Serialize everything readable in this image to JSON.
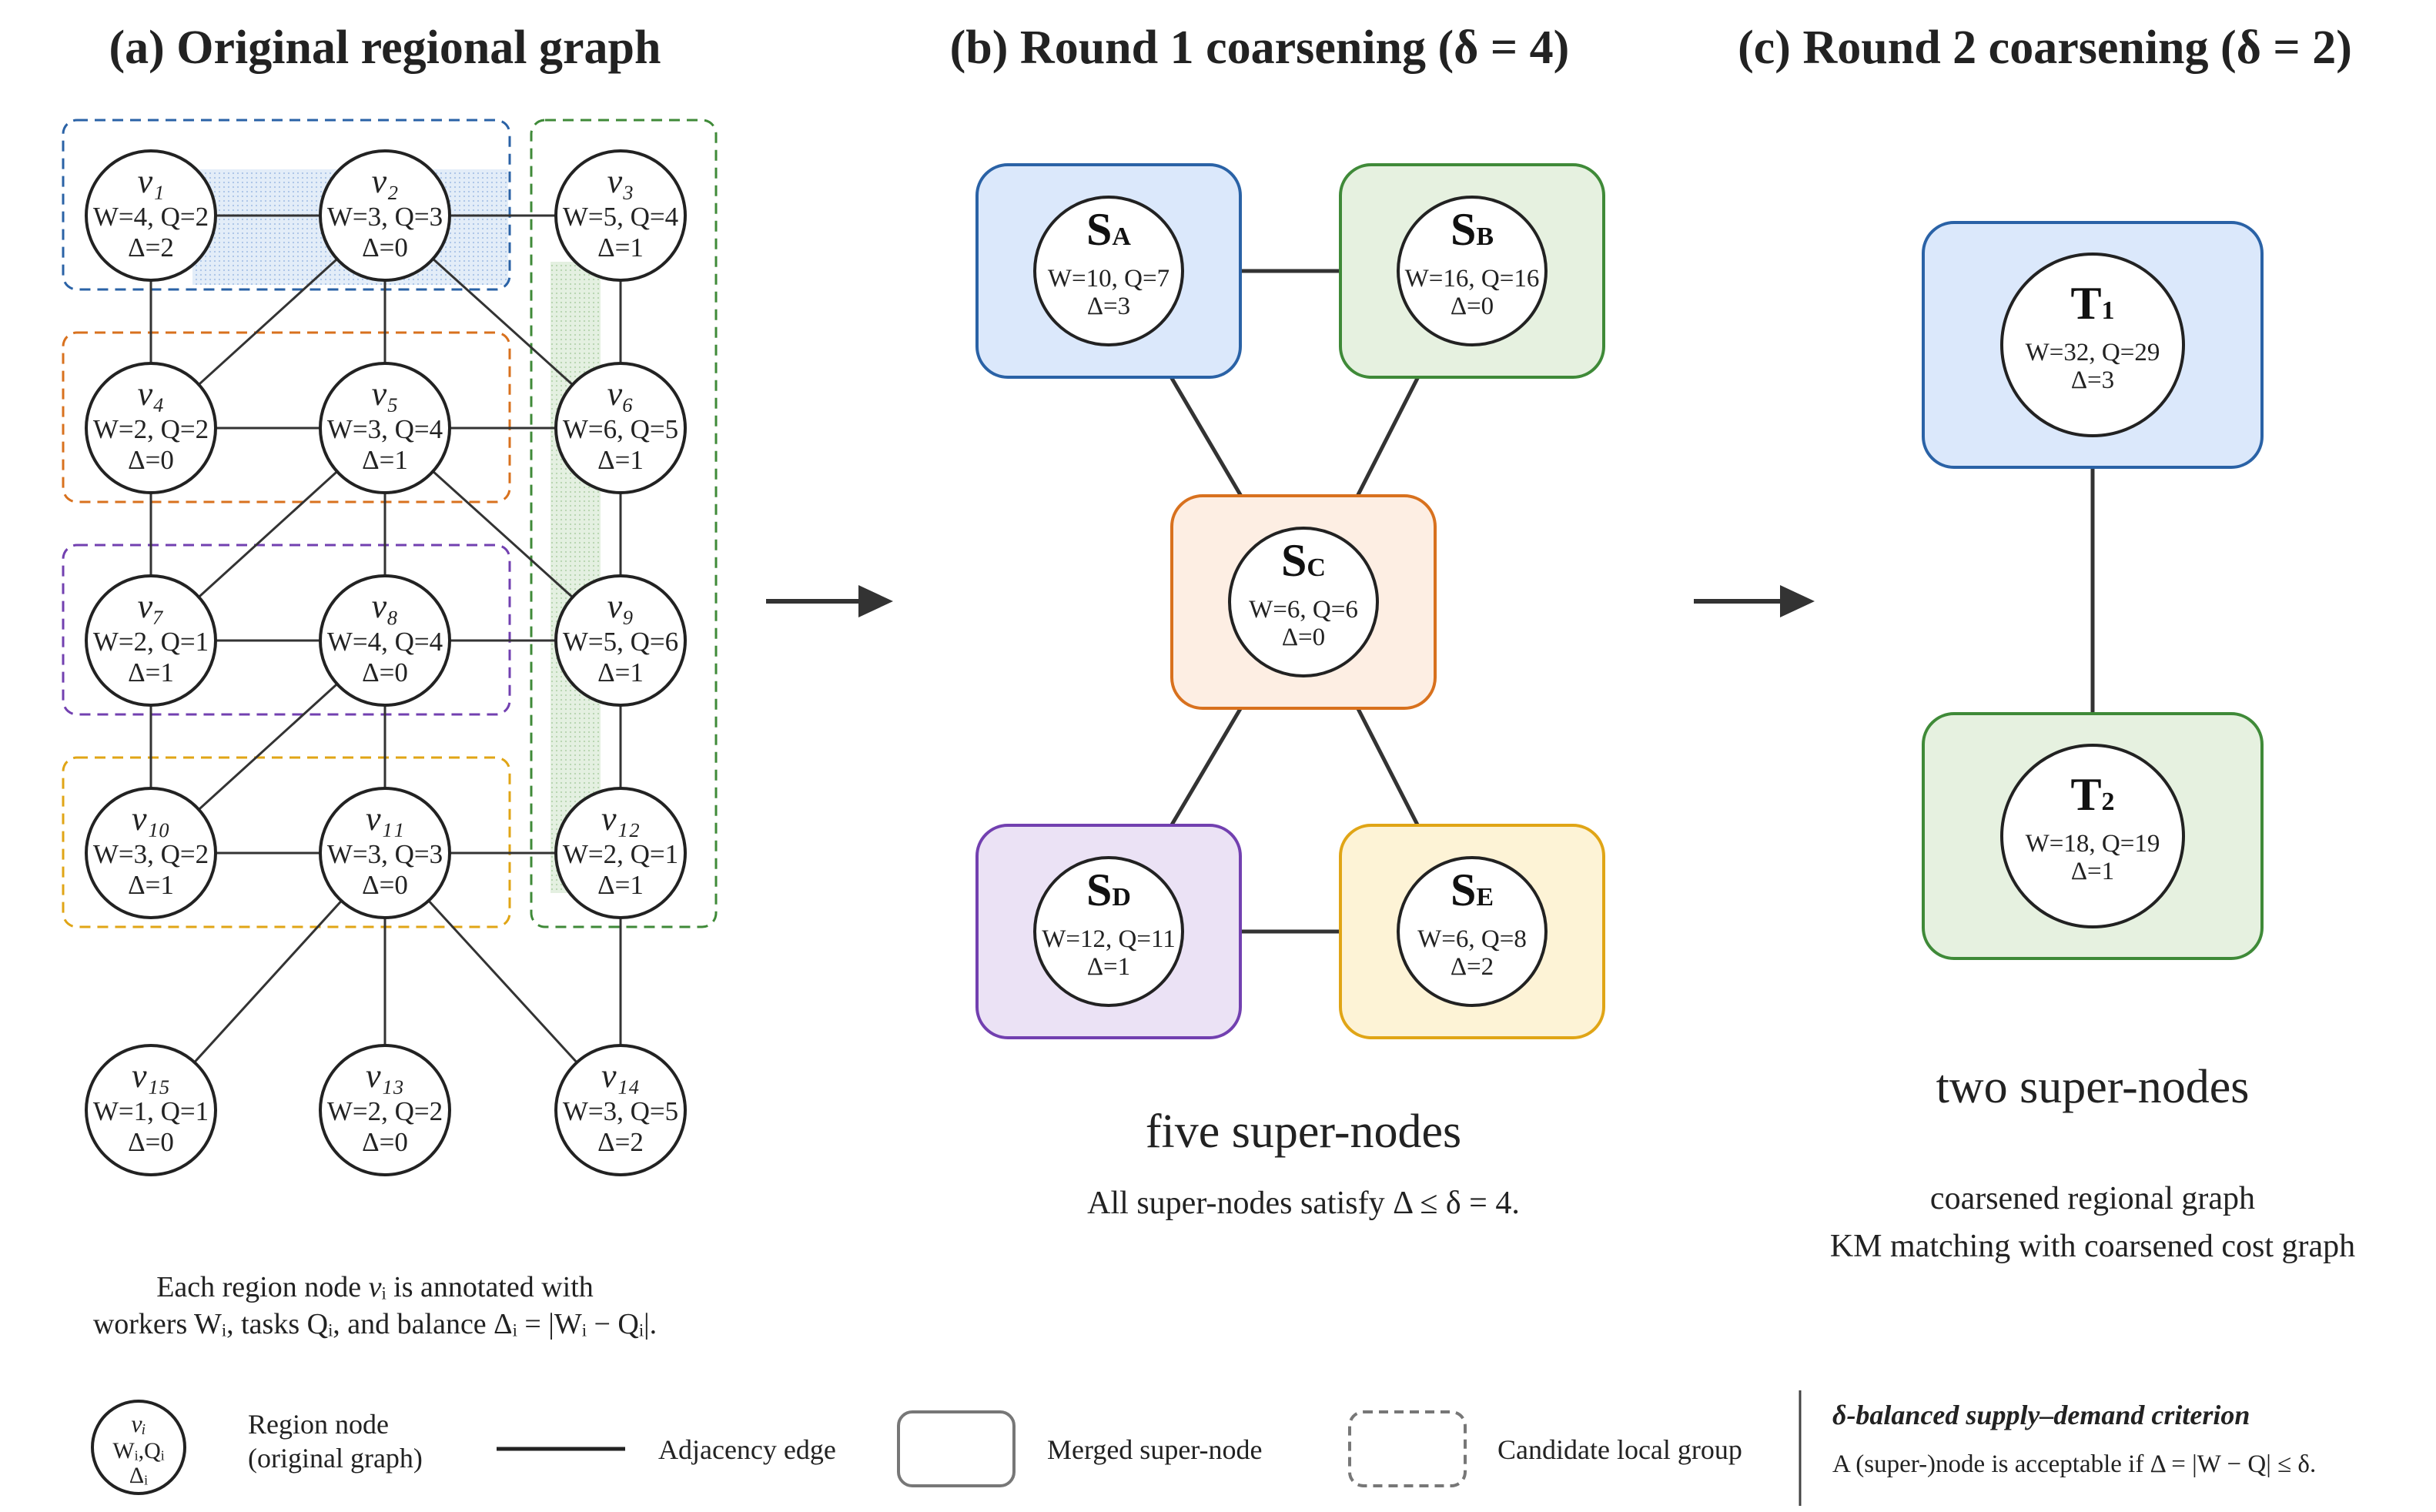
{
  "panels": {
    "a": {
      "title": "(a) Original regional graph"
    },
    "b": {
      "title": "(b) Round 1 coarsening (δ = 4)",
      "caption": "five super-nodes",
      "subcaption": "All super-nodes satisfy Δ ≤ δ = 4."
    },
    "c": {
      "title": "(c) Round 2 coarsening (δ = 2)",
      "caption": "two super-nodes",
      "line1": "coarsened regional graph",
      "line2": "KM matching with coarsened cost graph"
    }
  },
  "nodes": [
    {
      "id": "v1",
      "label": "v₁",
      "wq": "W=4, Q=2",
      "d": "Δ=2"
    },
    {
      "id": "v2",
      "label": "v₂",
      "wq": "W=3, Q=3",
      "d": "Δ=0"
    },
    {
      "id": "v3",
      "label": "v₃",
      "wq": "W=5, Q=4",
      "d": "Δ=1"
    },
    {
      "id": "v4",
      "label": "v₄",
      "wq": "W=2, Q=2",
      "d": "Δ=0"
    },
    {
      "id": "v5",
      "label": "v₅",
      "wq": "W=3, Q=4",
      "d": "Δ=1"
    },
    {
      "id": "v6",
      "label": "v₆",
      "wq": "W=6, Q=5",
      "d": "Δ=1"
    },
    {
      "id": "v7",
      "label": "v₇",
      "wq": "W=2, Q=1",
      "d": "Δ=1"
    },
    {
      "id": "v8",
      "label": "v₈",
      "wq": "W=4, Q=4",
      "d": "Δ=0"
    },
    {
      "id": "v9",
      "label": "v₉",
      "wq": "W=5, Q=6",
      "d": "Δ=1"
    },
    {
      "id": "v10",
      "label": "v₁₀",
      "wq": "W=3, Q=2",
      "d": "Δ=1"
    },
    {
      "id": "v11",
      "label": "v₁₁",
      "wq": "W=3, Q=3",
      "d": "Δ=0"
    },
    {
      "id": "v12",
      "label": "v₁₂",
      "wq": "W=2, Q=1",
      "d": "Δ=1"
    },
    {
      "id": "v15",
      "label": "v₁₅",
      "wq": "W=1, Q=1",
      "d": "Δ=0"
    },
    {
      "id": "v13",
      "label": "v₁₃",
      "wq": "W=2, Q=2",
      "d": "Δ=0"
    },
    {
      "id": "v14",
      "label": "v₁₄",
      "wq": "W=3, Q=5",
      "d": "Δ=2"
    }
  ],
  "edges": [
    [
      "v1",
      "v2"
    ],
    [
      "v2",
      "v3"
    ],
    [
      "v4",
      "v5"
    ],
    [
      "v5",
      "v6"
    ],
    [
      "v7",
      "v8"
    ],
    [
      "v8",
      "v9"
    ],
    [
      "v10",
      "v11"
    ],
    [
      "v11",
      "v12"
    ],
    [
      "v1",
      "v4"
    ],
    [
      "v2",
      "v5"
    ],
    [
      "v3",
      "v6"
    ],
    [
      "v4",
      "v7"
    ],
    [
      "v5",
      "v8"
    ],
    [
      "v6",
      "v9"
    ],
    [
      "v7",
      "v10"
    ],
    [
      "v8",
      "v11"
    ],
    [
      "v9",
      "v12"
    ],
    [
      "v2",
      "v4"
    ],
    [
      "v2",
      "v6"
    ],
    [
      "v5",
      "v7"
    ],
    [
      "v5",
      "v9"
    ],
    [
      "v8",
      "v10"
    ],
    [
      "v11",
      "v15"
    ],
    [
      "v11",
      "v13"
    ],
    [
      "v11",
      "v14"
    ],
    [
      "v12",
      "v14"
    ]
  ],
  "round1": [
    {
      "id": "SA",
      "name": "S",
      "sub": "A",
      "wq": "W=10, Q=7",
      "d": "Δ=3",
      "fill": "#dbe8fb",
      "stroke": "#2a62a6"
    },
    {
      "id": "SB",
      "name": "S",
      "sub": "B",
      "wq": "W=16, Q=16",
      "d": "Δ=0",
      "fill": "#e6f1e0",
      "stroke": "#3f8a38"
    },
    {
      "id": "SC",
      "name": "S",
      "sub": "C",
      "wq": "W=6, Q=6",
      "d": "Δ=0",
      "fill": "#fdeee3",
      "stroke": "#d8711e"
    },
    {
      "id": "SD",
      "name": "S",
      "sub": "D",
      "wq": "W=12, Q=11",
      "d": "Δ=1",
      "fill": "#ebe2f5",
      "stroke": "#7240b0"
    },
    {
      "id": "SE",
      "name": "S",
      "sub": "E",
      "wq": "W=6, Q=8",
      "d": "Δ=2",
      "fill": "#fdf3d6",
      "stroke": "#e0a516"
    }
  ],
  "round2": [
    {
      "id": "T1",
      "name": "T",
      "sub": "1",
      "wq": "W=32, Q=29",
      "d": "Δ=3",
      "fill": "#dbe8fb",
      "stroke": "#2a62a6"
    },
    {
      "id": "T2",
      "name": "T",
      "sub": "2",
      "wq": "W=18, Q=19",
      "d": "Δ=1",
      "fill": "#e6f1e0",
      "stroke": "#3f8a38"
    }
  ],
  "groups": [
    {
      "color": "#2a62a6"
    },
    {
      "color": "#d8711e"
    },
    {
      "color": "#7240b0"
    },
    {
      "color": "#e0a516"
    },
    {
      "color": "#3f8a38"
    }
  ],
  "note": {
    "line1a": "Each region node ",
    "line1b": "v",
    "line1c": "ᵢ",
    "line1d": " is annotated with",
    "line2": "workers Wᵢ, tasks Qᵢ, and balance Δᵢ = |Wᵢ − Qᵢ|."
  },
  "legend": {
    "icon_v": "vᵢ",
    "icon_wq": "Wᵢ,Qᵢ",
    "icon_d": "Δᵢ",
    "region_node_1": "Region node",
    "region_node_2": "(original graph)",
    "edge": "Adjacency edge",
    "super": "Merged super-node",
    "candidate": "Candidate local group",
    "criterion_title": "δ-balanced supply–demand criterion",
    "criterion_text": "A (super-)node is acceptable if Δ = |W − Q| ≤ δ."
  }
}
